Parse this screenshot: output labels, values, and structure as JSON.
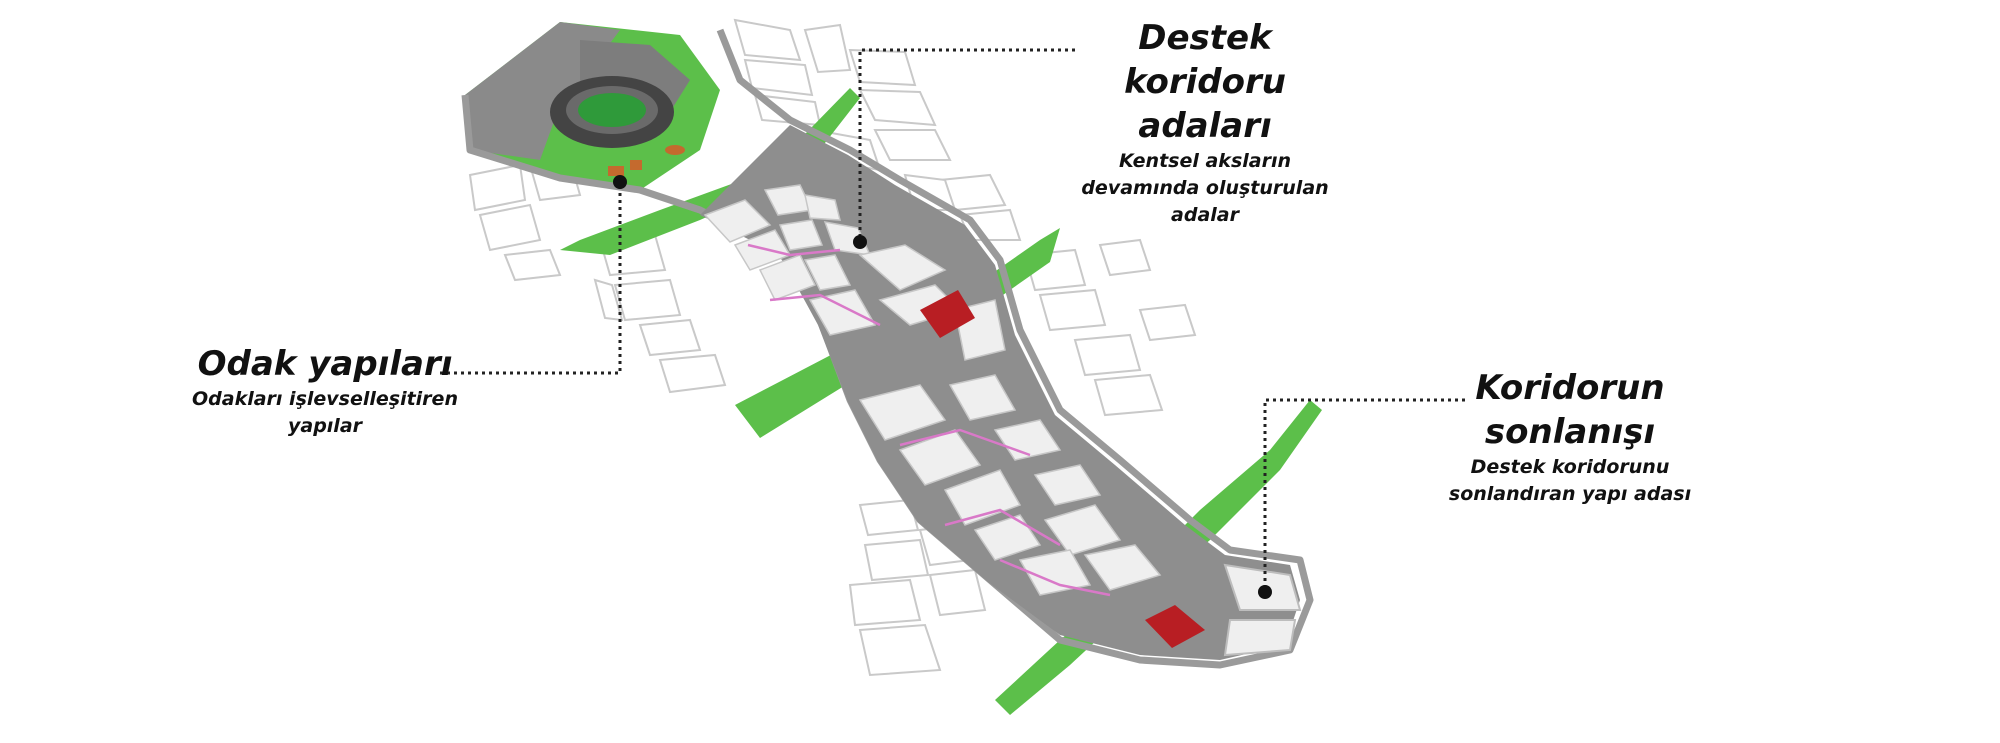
{
  "annotations": {
    "destek": {
      "title_line1": "Destek koridoru",
      "title_line2": "adaları",
      "sub_line1": "Kentsel aksların",
      "sub_line2": "devamında oluşturulan",
      "sub_line3": "adalar"
    },
    "odak": {
      "title": "Odak yapıları",
      "sub_line1": "Odakları işlevselleşitiren",
      "sub_line2": "yapılar"
    },
    "koridor": {
      "title_line1": "Koridorun",
      "title_line2": "sonlanışı",
      "sub_line1": "Destek koridorunu",
      "sub_line2": "sonlandıran yapı adası"
    }
  },
  "colors": {
    "green": "#5cbf4a",
    "red": "#b81e23",
    "road": "#9a9a9a",
    "block": "#efefef",
    "pink": "#d979c8",
    "dark": "#7c7c7c"
  }
}
